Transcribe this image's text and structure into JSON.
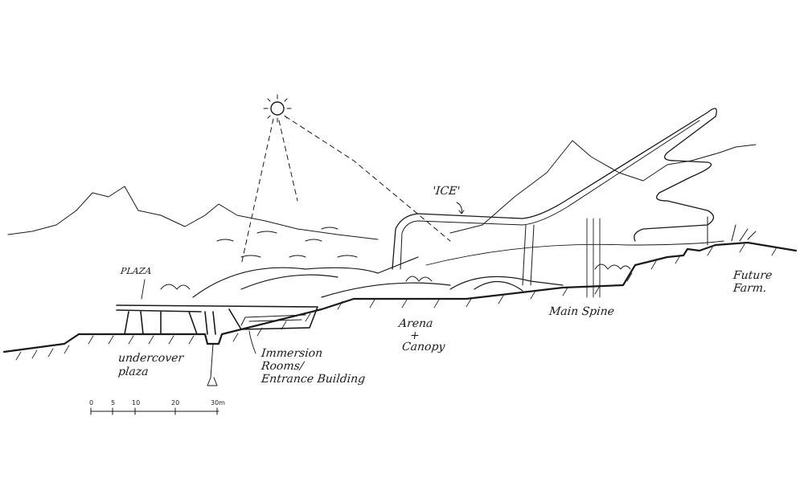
{
  "labels": {
    "plaza": "PLAZA",
    "ice": "'ICE'",
    "arena_1": "Arena",
    "arena_2": "+",
    "arena_3": "Canopy",
    "main_spine": "Main Spine",
    "future_farm_1": "Future",
    "future_farm_2": "Farm.",
    "undercover_1": "undercover",
    "undercover_2": "plaza",
    "immersion_1": "Immersion",
    "immersion_2": "Rooms/",
    "immersion_3": "Entrance Building"
  },
  "scale_bar": {
    "ticks": [
      "0",
      "5",
      "10",
      "20",
      "30m"
    ]
  }
}
